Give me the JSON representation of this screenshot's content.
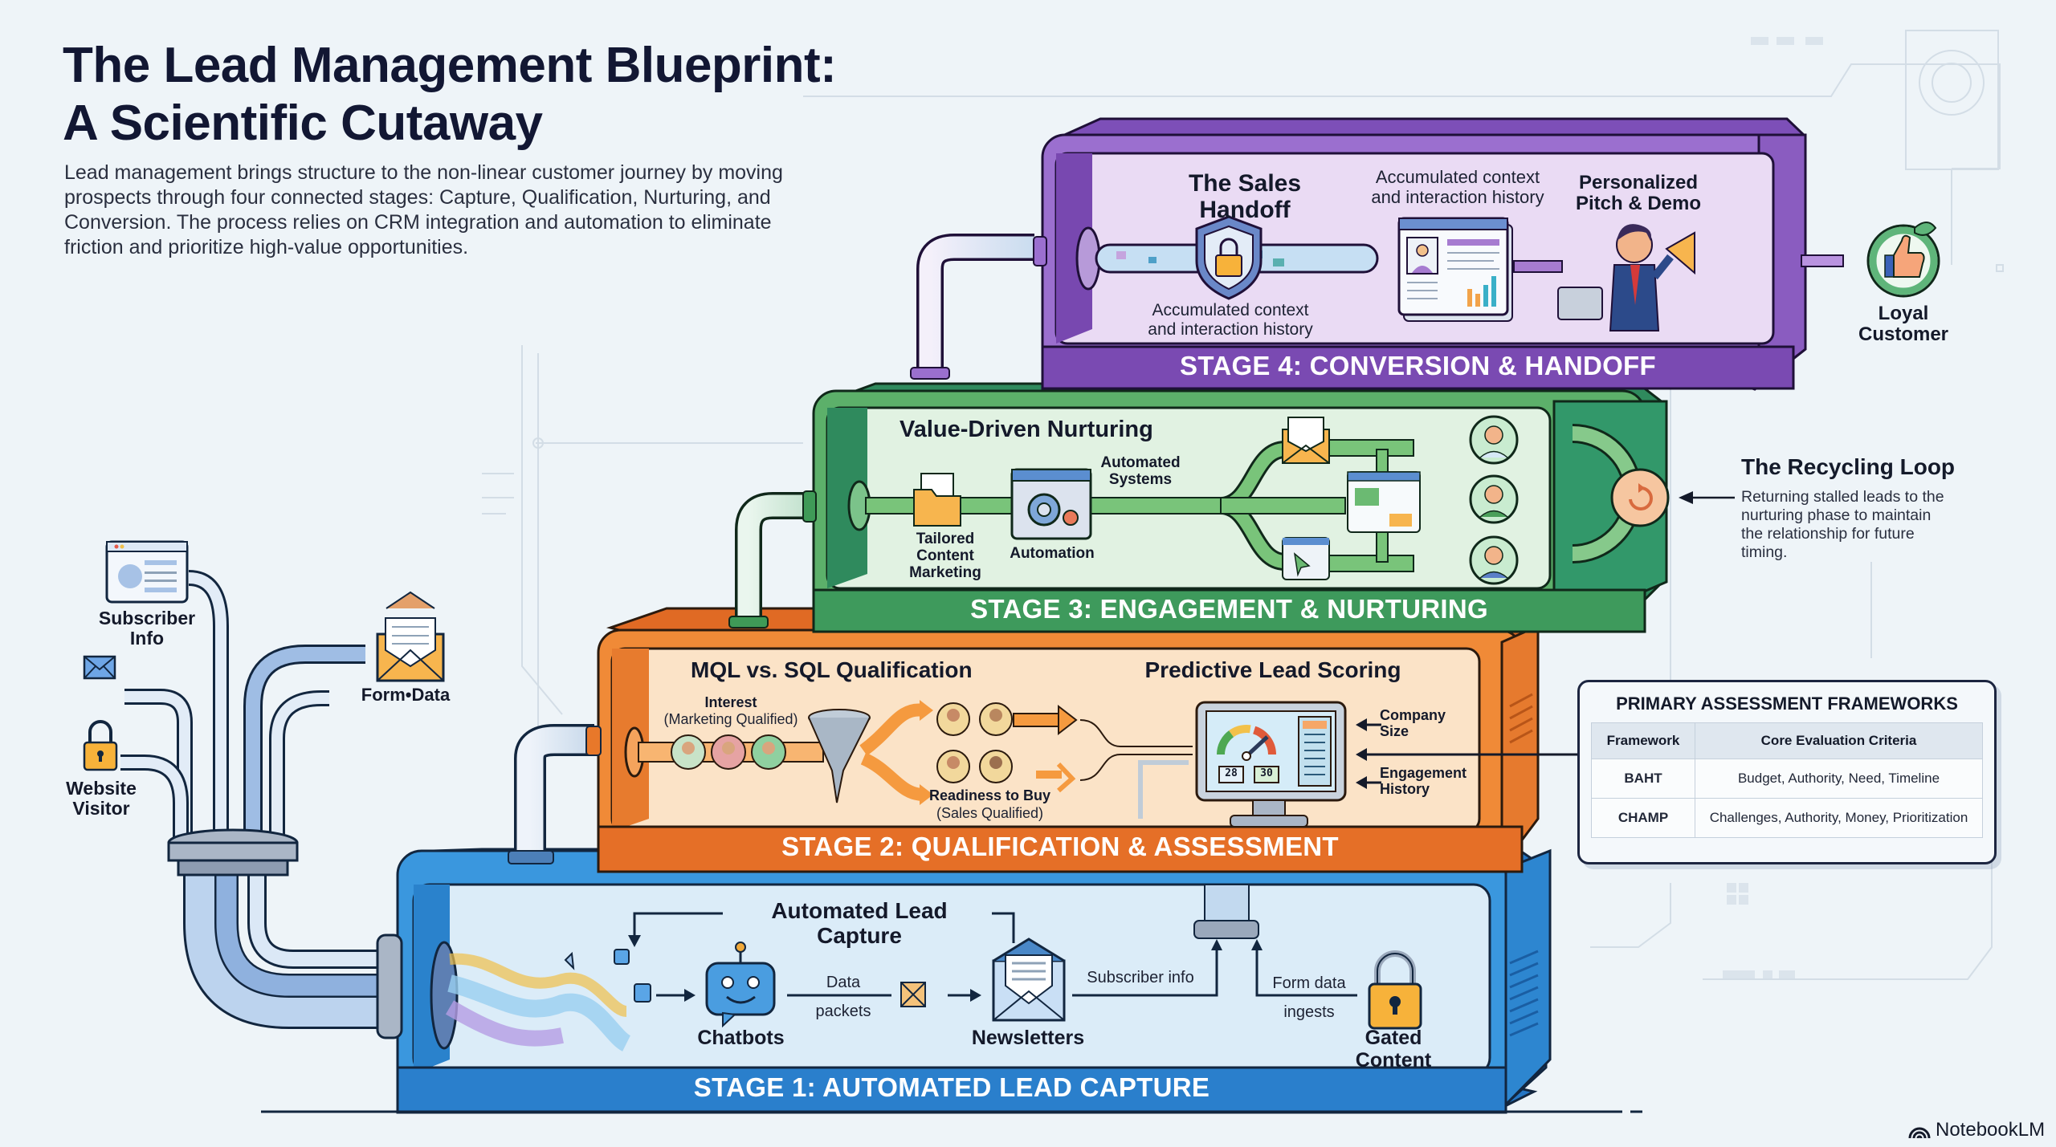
{
  "header": {
    "title_line1": "The Lead Management Blueprint:",
    "title_line2": "A Scientific Cutaway",
    "intro": "Lead management brings structure to the non-linear customer journey by moving prospects through four connected stages: Capture, Qualification, Nurturing, and Conversion. The process relies on CRM integration and automation to eliminate friction and prioritize high-value opportunities."
  },
  "sources": {
    "subscriber_info": "Subscriber\nInfo",
    "form_data": "Form•Data",
    "website_visitor": "Website\nVisitor",
    "icons": [
      "browser-window-icon",
      "envelope-icon",
      "open-envelope-icon",
      "padlock-icon"
    ]
  },
  "stage1": {
    "banner": "STAGE 1: AUTOMATED LEAD CAPTURE",
    "section_title": "Automated Lead Capture",
    "chatbots": "Chatbots",
    "data_packets": "Data\npackets",
    "newsletters": "Newsletters",
    "subscriber_info": "Subscriber info",
    "form_data_ingests": "Form data\ningests",
    "gated_content": "Gated Content",
    "color": "#2e8fd6"
  },
  "stage2": {
    "banner": "STAGE 2: QUALIFICATION & ASSESSMENT",
    "mql_sql_title": "MQL vs. SQL Qualification",
    "interest": "Interest",
    "marketing_qualified": "(Marketing Qualified)",
    "readiness": "Readiness to Buy",
    "sales_qualified": "(Sales Qualified)",
    "scoring_title": "Predictive Lead Scoring",
    "company_size": "Company\nSize",
    "engagement_history": "Engagement\nHistory",
    "score_left": "28",
    "score_right": "30",
    "color": "#e8782a"
  },
  "stage3": {
    "banner": "STAGE 3: ENGAGEMENT & NURTURING",
    "section_title": "Value-Driven Nurturing",
    "tailored": "Tailored\nContent\nMarketing",
    "automation": "Automation",
    "automated_systems": "Automated\nSystems",
    "color": "#3f9a57"
  },
  "stage4": {
    "banner": "STAGE 4: CONVERSION & HANDOFF",
    "sales_handoff": "The Sales Handoff",
    "context_top": "Accumulated context\nand interaction history",
    "context_bottom": "Accumulated context\nand interaction history",
    "pitch": "Personalized\nPitch & Demo",
    "color": "#8a5cc0"
  },
  "loyal_customer": "Loyal\nCustomer",
  "recycling": {
    "title": "The Recycling Loop",
    "description": "Returning stalled leads to the nurturing phase to maintain the relationship for future timing."
  },
  "frameworks": {
    "title": "PRIMARY ASSESSMENT FRAMEWORKS",
    "headers": [
      "Framework",
      "Core Evaluation Criteria"
    ],
    "rows": [
      {
        "name": "BAHT",
        "criteria": "Budget, Authority, Need, Timeline"
      },
      {
        "name": "CHAMP",
        "criteria": "Challenges, Authority, Money, Prioritization"
      }
    ]
  },
  "brand": "NotebookLM"
}
